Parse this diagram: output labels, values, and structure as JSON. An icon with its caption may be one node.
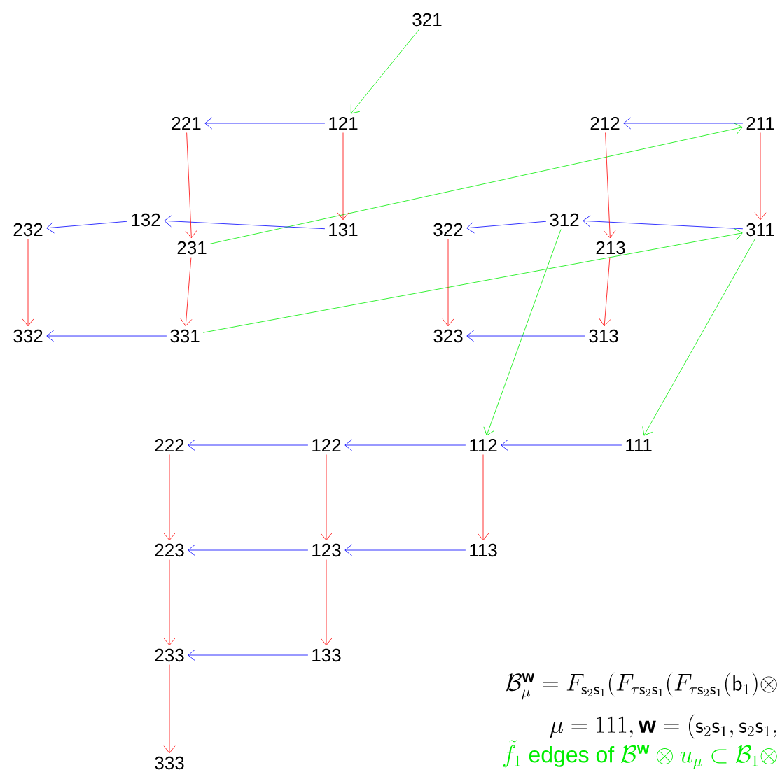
{
  "diagram": {
    "nodes": [
      {
        "text": [
          "321"
        ]
      },
      {
        "text": [
          "221"
        ]
      },
      {
        "text": [
          "121"
        ]
      },
      {
        "text": [
          "212"
        ]
      },
      {
        "text": [
          "211"
        ]
      },
      {
        "text": [
          "232"
        ]
      },
      {
        "text": [
          "132"
        ]
      },
      {
        "text": [
          "231"
        ]
      },
      {
        "text": [
          "131"
        ]
      },
      {
        "text": [
          "322"
        ]
      },
      {
        "text": [
          "312"
        ]
      },
      {
        "text": [
          "213"
        ]
      },
      {
        "text": [
          "311"
        ]
      },
      {
        "text": [
          "332"
        ]
      },
      {
        "text": [
          "331"
        ]
      },
      {
        "text": [
          "323"
        ]
      },
      {
        "text": [
          "313"
        ]
      },
      {
        "text": [
          "222"
        ]
      },
      {
        "text": [
          "122"
        ]
      },
      {
        "text": [
          "112"
        ]
      },
      {
        "text": [
          "111"
        ]
      },
      {
        "text": [
          "223"
        ]
      },
      {
        "text": [
          "123"
        ]
      },
      {
        "text": [
          "113"
        ]
      },
      {
        "text": [
          "233"
        ]
      },
      {
        "text": [
          "133"
        ]
      },
      {
        "text": [
          "333"
        ]
      }
    ],
    "edges": [
      {
        "from": 0,
        "to": 2,
        "arrow": "to",
        "color": "#00ee00"
      },
      {
        "from": 7,
        "to": 4,
        "arrow": "to",
        "color": "#00ee00"
      },
      {
        "from": 14,
        "to": 12,
        "arrow": "to",
        "color": "#00ee00"
      },
      {
        "from": 10,
        "to": 19,
        "arrow": "to",
        "color": "#00ee00"
      },
      {
        "from": 12,
        "to": 20,
        "arrow": "to",
        "color": "#00ee00"
      },
      {
        "from": 2,
        "to": 1,
        "arrow": "to",
        "color": "#0000ff"
      },
      {
        "from": 8,
        "to": 6,
        "arrow": "to",
        "color": "#0000ff"
      },
      {
        "from": 6,
        "to": 5,
        "arrow": "to",
        "color": "#0000ff"
      },
      {
        "from": 14,
        "to": 13,
        "arrow": "to",
        "color": "#0000ff"
      },
      {
        "from": 4,
        "to": 3,
        "arrow": "to",
        "color": "#0000ff"
      },
      {
        "from": 12,
        "to": 10,
        "arrow": "to",
        "color": "#0000ff"
      },
      {
        "from": 10,
        "to": 9,
        "arrow": "to",
        "color": "#0000ff"
      },
      {
        "from": 16,
        "to": 15,
        "arrow": "to",
        "color": "#0000ff"
      },
      {
        "from": 18,
        "to": 17,
        "arrow": "to",
        "color": "#0000ff"
      },
      {
        "from": 19,
        "to": 18,
        "arrow": "to",
        "color": "#0000ff"
      },
      {
        "from": 20,
        "to": 19,
        "arrow": "to",
        "color": "#0000ff"
      },
      {
        "from": 23,
        "to": 22,
        "arrow": "to",
        "color": "#0000ff"
      },
      {
        "from": 22,
        "to": 21,
        "arrow": "to",
        "color": "#0000ff"
      },
      {
        "from": 25,
        "to": 24,
        "arrow": "to",
        "color": "#0000ff"
      },
      {
        "from": 1,
        "to": 7,
        "arrow": "to",
        "color": "#ff0000"
      },
      {
        "from": 2,
        "to": 8,
        "arrow": "to",
        "color": "#ff0000"
      },
      {
        "from": 5,
        "to": 13,
        "arrow": "to",
        "color": "#ff0000"
      },
      {
        "from": 7,
        "to": 14,
        "arrow": "to",
        "color": "#ff0000"
      },
      {
        "from": 3,
        "to": 11,
        "arrow": "to",
        "color": "#ff0000"
      },
      {
        "from": 4,
        "to": 12,
        "arrow": "to",
        "color": "#ff0000"
      },
      {
        "from": 9,
        "to": 15,
        "arrow": "to",
        "color": "#ff0000"
      },
      {
        "from": 11,
        "to": 16,
        "arrow": "to",
        "color": "#ff0000"
      },
      {
        "from": 17,
        "to": 21,
        "arrow": "to",
        "color": "#ff0000"
      },
      {
        "from": 18,
        "to": 22,
        "arrow": "to",
        "color": "#ff0000"
      },
      {
        "from": 19,
        "to": 23,
        "arrow": "to",
        "color": "#ff0000"
      },
      {
        "from": 21,
        "to": 24,
        "arrow": "to",
        "color": "#ff0000"
      },
      {
        "from": 22,
        "to": 25,
        "arrow": "to",
        "color": "#ff0000"
      },
      {
        "from": 24,
        "to": 26,
        "arrow": "to",
        "color": "#ff0000"
      }
    ],
    "labels": [
      "\\mathcal{B}^{\\mathbf{w}}_{\\mu}=F_{\\mathsf{s}_2\\mathsf{s}_1}(F_{\\tau\\mathsf{s}_2\\mathsf{s}_1}(F_{\\tau\\mathsf{s}_2\\mathsf{s}_1}(\\mathsf{b}_1)\\otimes",
      "\\mu=111,\\mathbf{w}=(\\mathsf{s}_2\\mathsf{s}_1,\\mathsf{s}_2\\mathsf{s}_1,",
      "\\tilde{f}_1\\text{ edges of }\\mathcal{B}^{\\mathbf{w}}\\otimes u_{\\mu}\\subset\\mathcal{B}_1\\otimes"
    ]
  }
}
